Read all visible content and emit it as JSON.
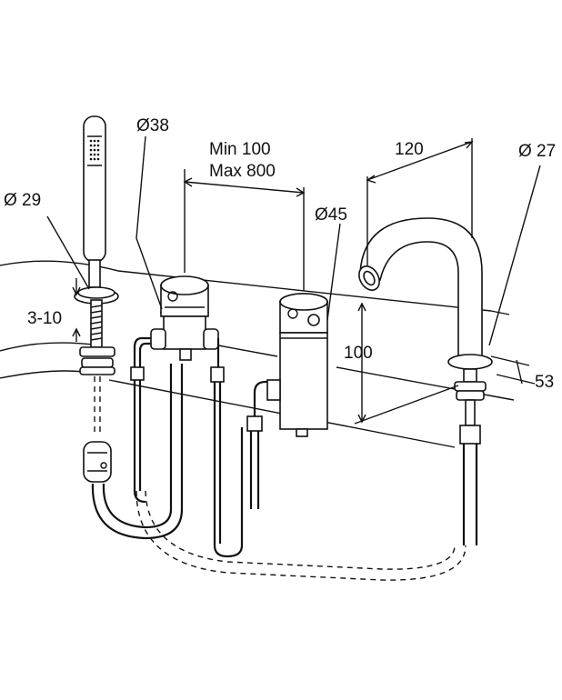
{
  "labels": {
    "hand_shower_hole": "Ø 29",
    "deck_thickness": "3-10",
    "mixer_body": "Ø38",
    "spacing_min": "Min 100",
    "spacing_max": "Max 800",
    "valve_body": "Ø45",
    "spout_reach": "120",
    "spout_base": "Ø 27",
    "spout_height": "100",
    "spout_offset": "53"
  }
}
